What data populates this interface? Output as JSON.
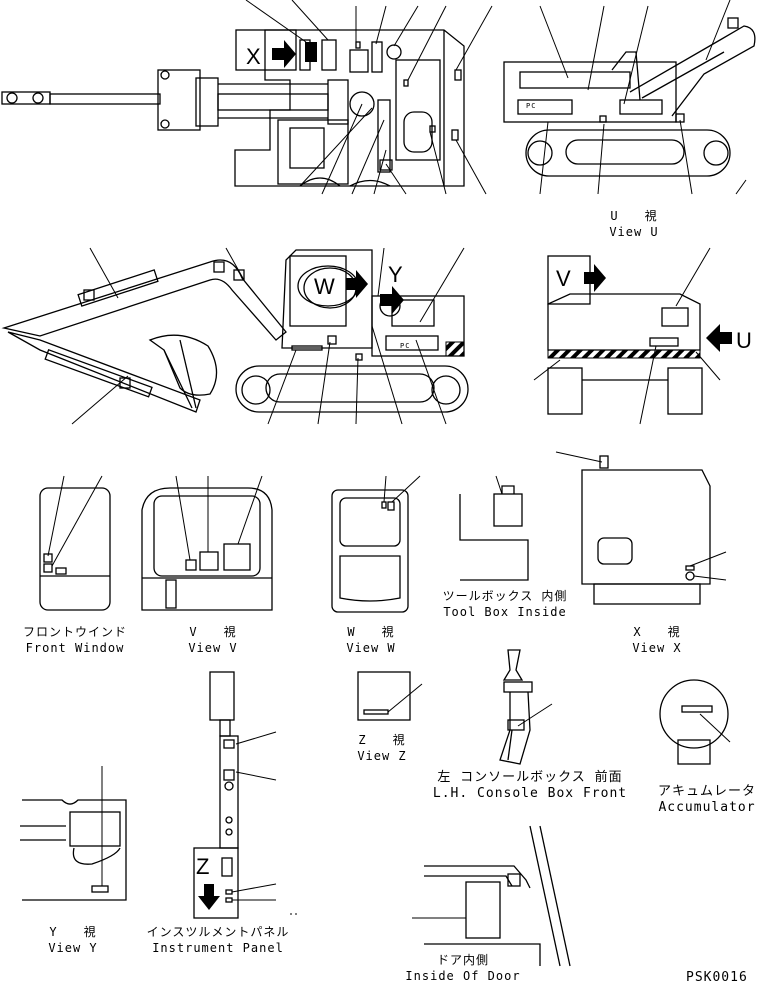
{
  "views": {
    "u": {
      "ja": "U　　視",
      "en": "View U"
    },
    "fw": {
      "ja": "フロントウインド",
      "en": "Front Window"
    },
    "v": {
      "ja": "V　　視",
      "en": "View V"
    },
    "w": {
      "ja": "W　　視",
      "en": "View W"
    },
    "tb": {
      "ja": "ツールボックス 内側",
      "en": "Tool Box Inside"
    },
    "x": {
      "ja": "X　　視",
      "en": "View X"
    },
    "z": {
      "ja": "Z　　視",
      "en": "View Z"
    },
    "lh": {
      "ja": "左 コンソールボックス 前面",
      "en": "L.H. Console Box Front"
    },
    "ac": {
      "ja": "アキュムレータ",
      "en": "Accumulator"
    },
    "y": {
      "ja": "Y　　視",
      "en": "View Y"
    },
    "ip": {
      "ja": "インスツルメントパネル",
      "en": "Instrument Panel"
    },
    "dr": {
      "ja": "ドア内側",
      "en": "Inside Of Door"
    }
  },
  "markers": {
    "x": "X",
    "w": "W",
    "y": "Y",
    "v": "V",
    "u": "U",
    "z": "Z"
  },
  "plate_text": "PC",
  "reference": "PSK0016"
}
